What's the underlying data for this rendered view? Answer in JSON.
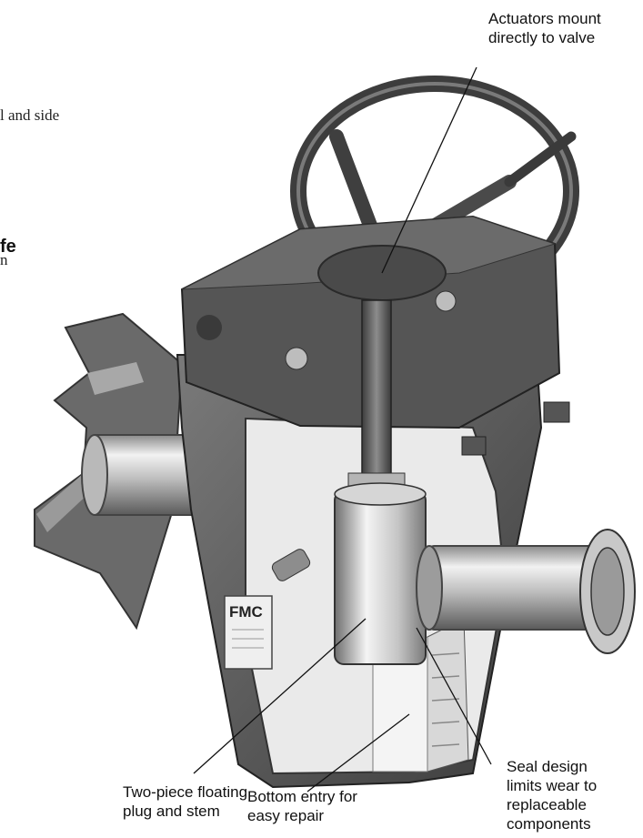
{
  "left_text": {
    "fragment_top": "l and side",
    "heading_fragment": "fe",
    "fragment_bottom": "n"
  },
  "callouts": {
    "actuators": "Actuators mount\ndirectly to valve",
    "plug": "Two-piece floating\nplug and stem",
    "bottom": "Bottom entry for\neasy repair",
    "seal": "Seal design\nlimits wear to\nreplaceable\ncomponents"
  },
  "logo_text": "FMC"
}
